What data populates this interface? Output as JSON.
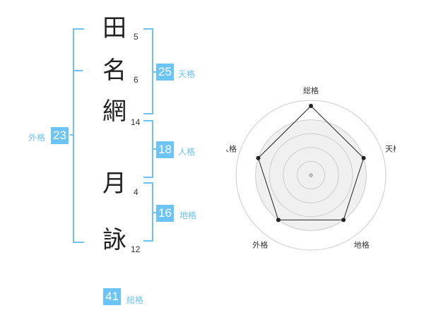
{
  "name": {
    "chars": [
      {
        "char": "田",
        "strokes": "5"
      },
      {
        "char": "名",
        "strokes": "6"
      },
      {
        "char": "網",
        "strokes": "14"
      },
      {
        "char": "月",
        "strokes": "4"
      },
      {
        "char": "詠",
        "strokes": "12"
      }
    ]
  },
  "fortune": {
    "tenkaku": {
      "value": "25",
      "label": "天格"
    },
    "jinkaku": {
      "value": "18",
      "label": "人格"
    },
    "chikaku": {
      "value": "16",
      "label": "地格"
    },
    "gaikaku": {
      "value": "23",
      "label": "外格"
    },
    "soukaku": {
      "value": "41",
      "label": "総格"
    }
  },
  "chart_data": {
    "type": "radar",
    "axes": [
      "総格",
      "天格",
      "地格",
      "外格",
      "人格"
    ],
    "values": [
      1.0,
      0.8,
      0.8,
      0.8,
      0.8
    ],
    "max": 1.0,
    "rings": 4,
    "colors": {
      "accent": "#6cc4f5",
      "line": "#222222",
      "fill": "#f0f0f0",
      "ring": "#cccccc"
    }
  }
}
